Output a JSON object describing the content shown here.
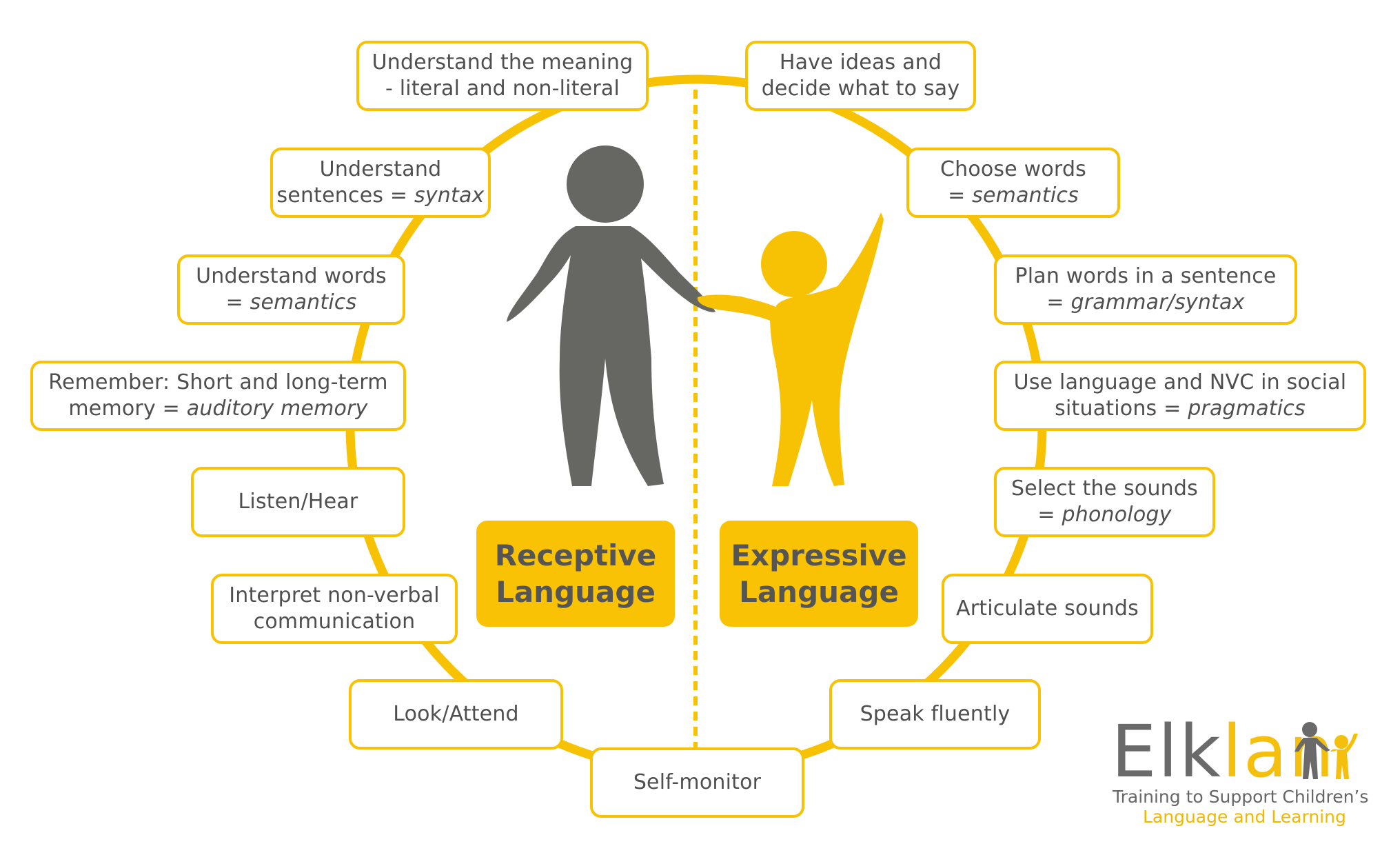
{
  "colors": {
    "accent": "#f7c204",
    "text": "#4f4f4f",
    "adult_figure": "#666663",
    "child_figure": "#f7c204"
  },
  "left_nodes": [
    {
      "line1": "Understand the meaning",
      "line2": "- literal and non-literal",
      "line2_em": ""
    },
    {
      "line1": "Understand",
      "line2": "sentences = ",
      "line2_em": "syntax"
    },
    {
      "line1": "Understand words",
      "line2": "= ",
      "line2_em": "semantics"
    },
    {
      "line1": "Remember: Short and long-term",
      "line2": "memory = ",
      "line2_em": "auditory memory"
    },
    {
      "line1": "Listen/Hear",
      "line2": "",
      "line2_em": ""
    },
    {
      "line1": "Interpret non-verbal",
      "line2": "communication",
      "line2_em": ""
    },
    {
      "line1": "Look/Attend",
      "line2": "",
      "line2_em": ""
    }
  ],
  "bottom_node": {
    "line1": "Self-monitor",
    "line2": "",
    "line2_em": ""
  },
  "right_nodes": [
    {
      "line1": "Have ideas and",
      "line2": "decide what to say",
      "line2_em": ""
    },
    {
      "line1": "Choose words",
      "line2": "= ",
      "line2_em": "semantics"
    },
    {
      "line1": "Plan words in a sentence",
      "line2": "= ",
      "line2_em": "grammar/syntax"
    },
    {
      "line1": "Use language and NVC in social",
      "line2": "situations = ",
      "line2_em": "pragmatics"
    },
    {
      "line1": "Select the sounds",
      "line2": "= ",
      "line2_em": "phonology"
    },
    {
      "line1": "Articulate sounds",
      "line2": "",
      "line2_em": ""
    },
    {
      "line1": "Speak fluently",
      "line2": "",
      "line2_em": ""
    }
  ],
  "receptive": {
    "line1": "Receptive",
    "line2": "Language"
  },
  "expressive": {
    "line1": "Expressive",
    "line2": "Language"
  },
  "logo": {
    "word_part1": "Elk",
    "word_part2": "lan",
    "tagline1": "Training to Support Children’s",
    "tagline2": "Language and Learning"
  }
}
